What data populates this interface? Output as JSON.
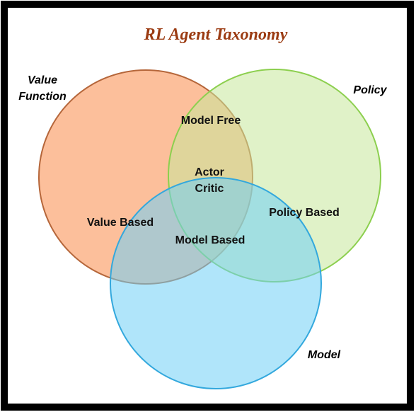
{
  "title": "RL Agent Taxonomy",
  "sets": {
    "value_function": {
      "label_line1": "Value",
      "label_line2": "Function",
      "fill": "#fbb48a",
      "stroke": "#b5663a"
    },
    "policy": {
      "label": "Policy",
      "fill": "#c6e89b",
      "stroke": "#8ccf4e"
    },
    "model": {
      "label": "Model",
      "fill": "#6fd0f5",
      "stroke": "#33a8dd"
    }
  },
  "regions": {
    "model_free": "Model Free",
    "actor_line1": "Actor",
    "critic_line2": "Critic",
    "value_based": "Value Based",
    "policy_based": "Policy Based",
    "model_based": "Model Based"
  },
  "colors": {
    "border": "#000000",
    "title": "#9b3b12",
    "background": "#ffffff"
  }
}
